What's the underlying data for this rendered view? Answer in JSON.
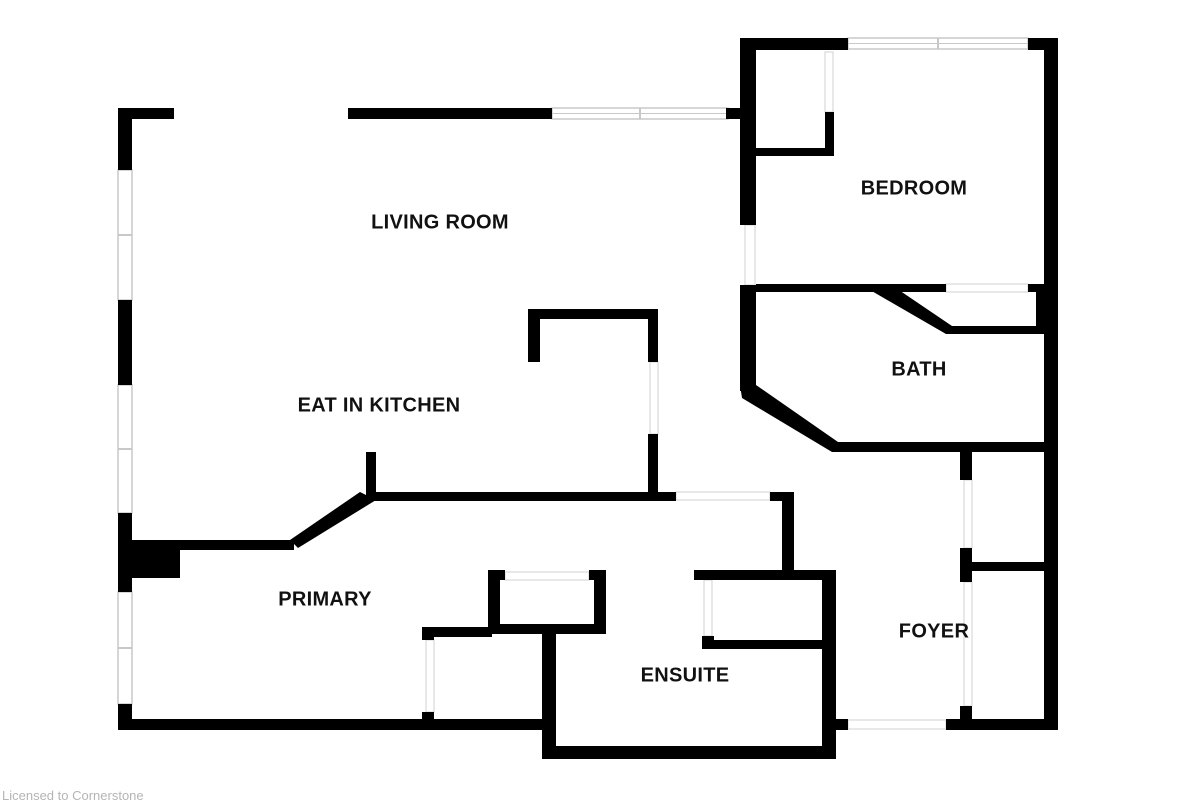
{
  "rooms": {
    "living_room": "LIVING ROOM",
    "bedroom": "BEDROOM",
    "bath": "BATH",
    "eat_in_kitchen": "EAT IN KITCHEN",
    "primary": "PRIMARY",
    "ensuite": "ENSUITE",
    "foyer": "FOYER"
  },
  "footer": {
    "credit": "Licensed to Cornerstone"
  },
  "colors": {
    "wall": "#000000",
    "window_frame": "#c8c8c8",
    "background": "#ffffff",
    "credit_text": "#b5b5b5"
  }
}
